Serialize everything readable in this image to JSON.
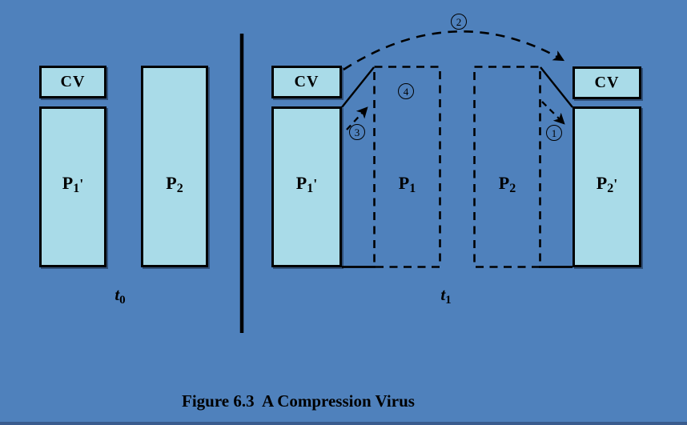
{
  "colors": {
    "background": "#4F81BC",
    "box_fill": "#A9DBE8",
    "outline": "#000000",
    "bottom_strip": "#3A5C8E"
  },
  "caption": "Figure 6.3  A Compression Virus",
  "before_panel": {
    "time_label": {
      "base": "t",
      "sub": "0"
    },
    "cv_label": "CV",
    "p1_prime": {
      "base": "P",
      "sub": "1",
      "suffix": "'"
    },
    "p2": {
      "base": "P",
      "sub": "2",
      "suffix": ""
    }
  },
  "after_panel": {
    "time_label": {
      "base": "t",
      "sub": "1"
    },
    "cv_left_label": "CV",
    "cv_right_label": "CV",
    "p1_prime": {
      "base": "P",
      "sub": "1",
      "suffix": "'"
    },
    "p1": {
      "base": "P",
      "sub": "1",
      "suffix": ""
    },
    "p2": {
      "base": "P",
      "sub": "2",
      "suffix": ""
    },
    "p2_prime": {
      "base": "P",
      "sub": "2",
      "suffix": "'"
    }
  },
  "steps": {
    "s1": "1",
    "s2": "2",
    "s3": "3",
    "s4": "4"
  }
}
